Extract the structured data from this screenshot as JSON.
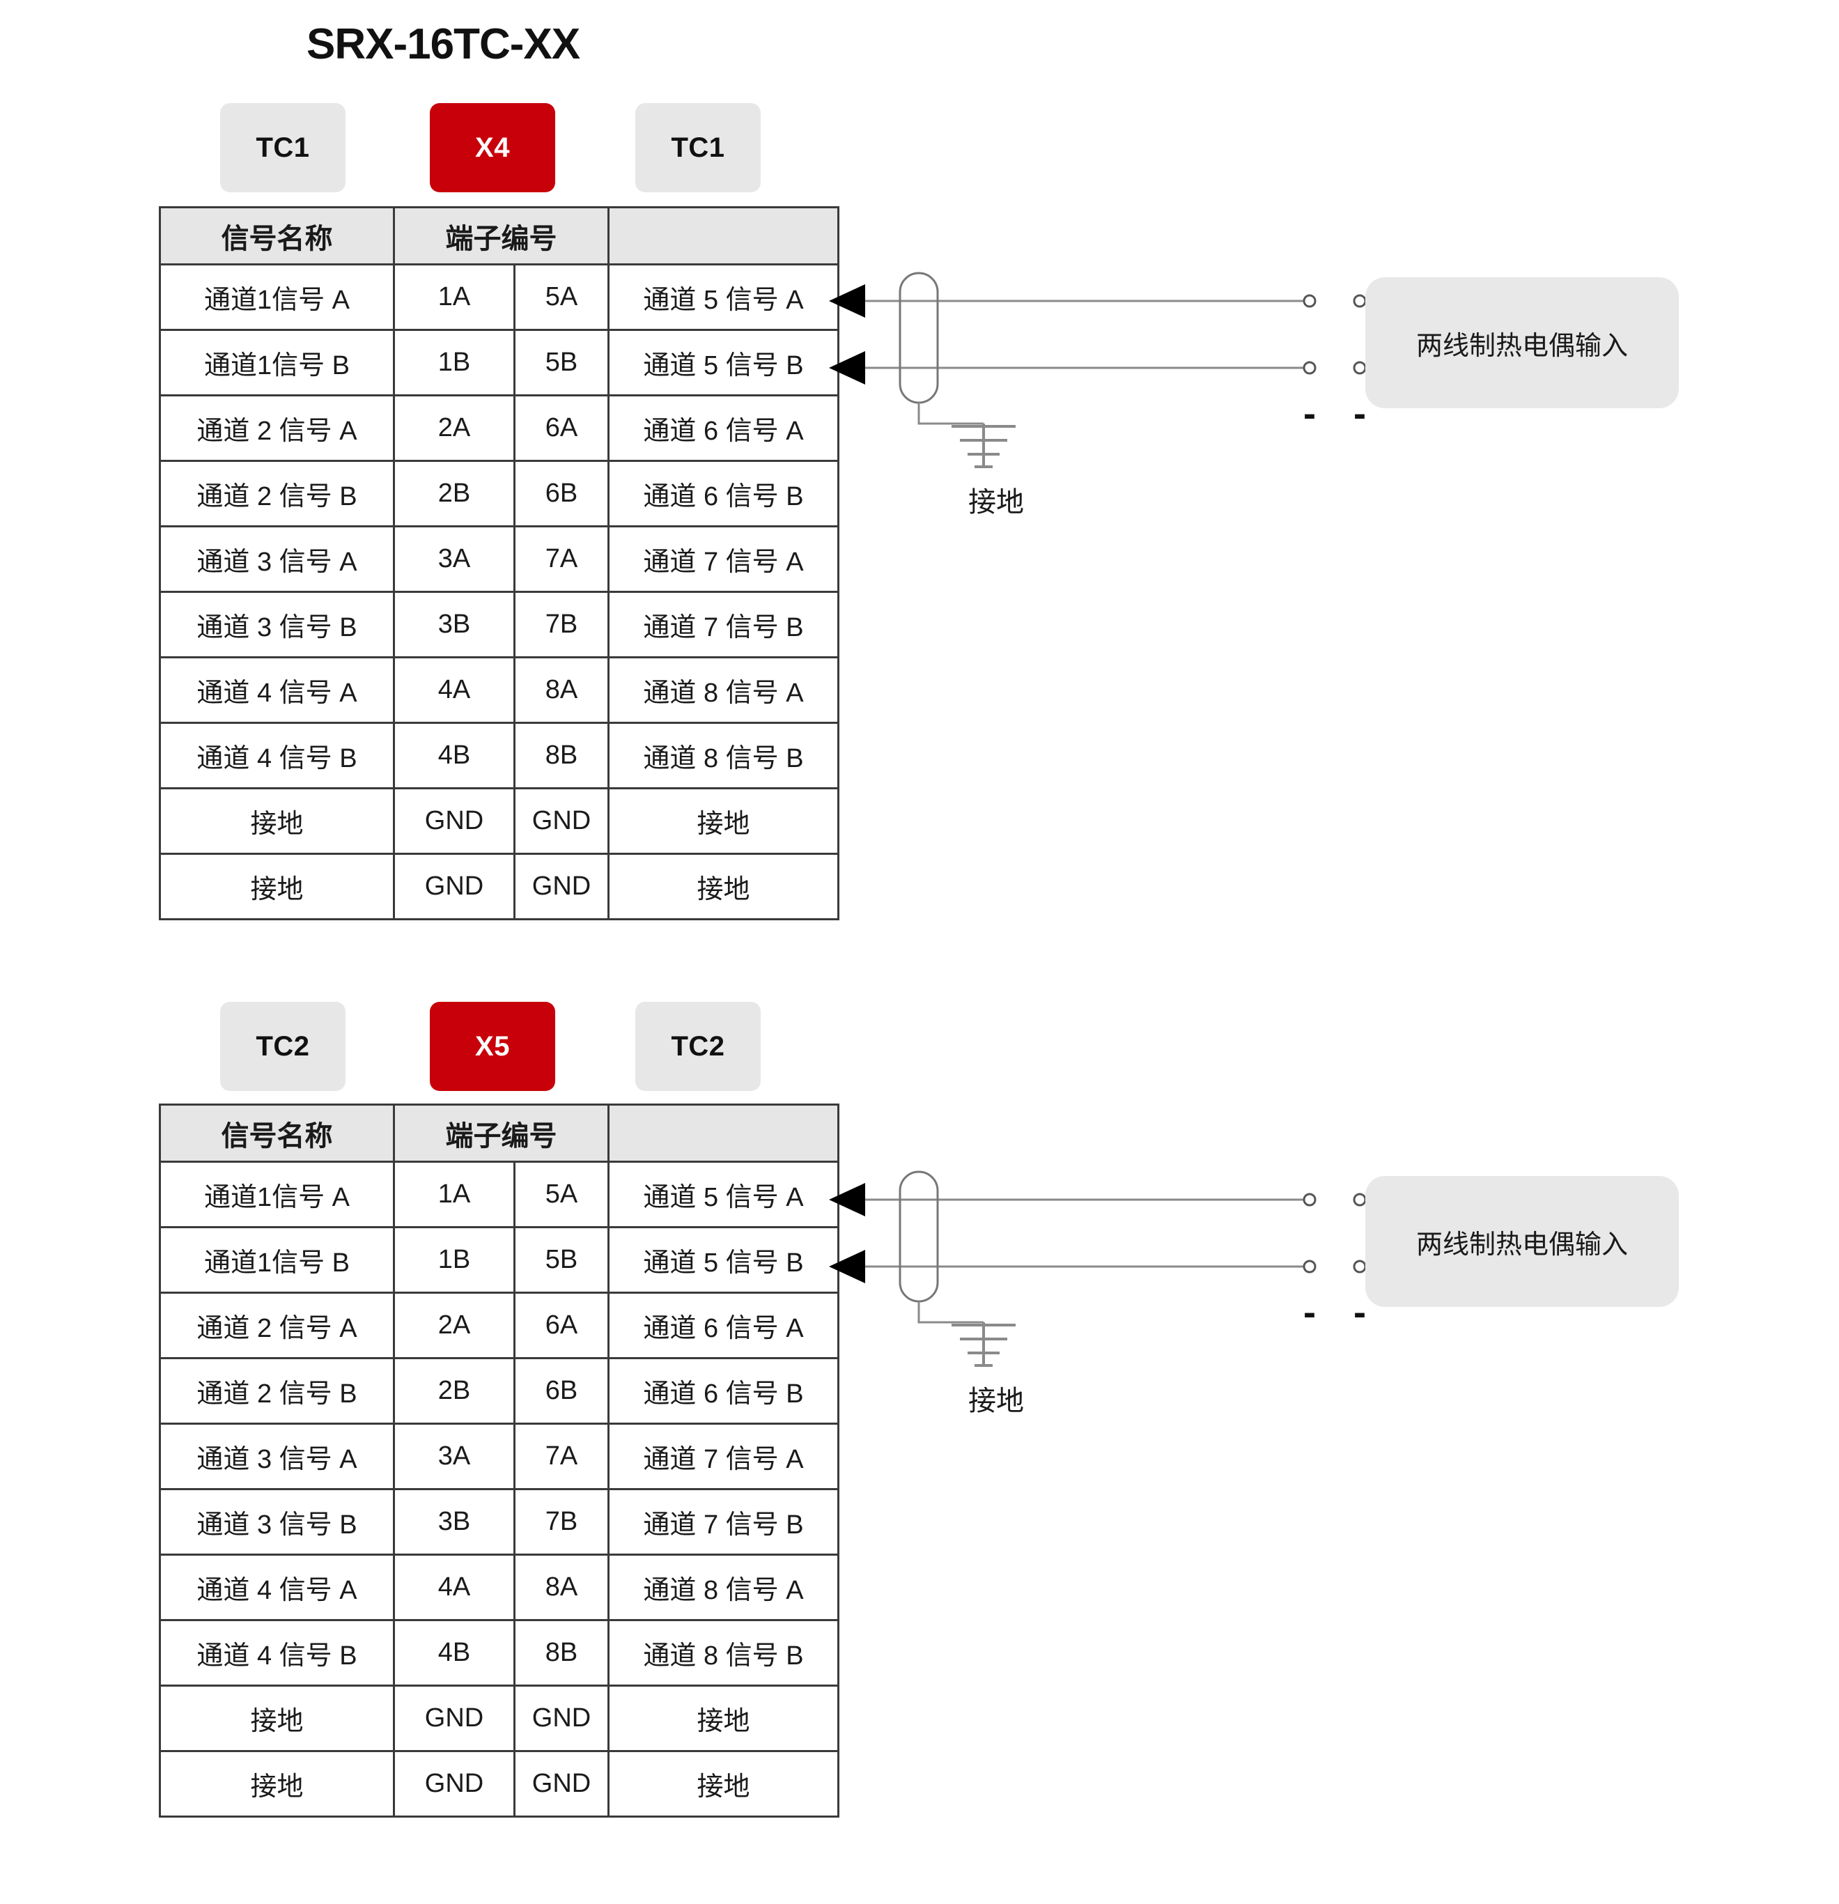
{
  "title": "SRX-16TC-XX",
  "table_headers": {
    "signal_name": "信号名称",
    "terminal_number": "端子编号",
    "blank": ""
  },
  "blocks": [
    {
      "id": "block-1",
      "chips": {
        "left": "TC1",
        "center": "X4",
        "right": "TC1"
      },
      "rows": [
        {
          "left_signal": "通道1信号 A",
          "left_terminal": "1A",
          "right_terminal": "5A",
          "right_signal": "通道 5 信号 A"
        },
        {
          "left_signal": "通道1信号 B",
          "left_terminal": "1B",
          "right_terminal": "5B",
          "right_signal": "通道 5 信号 B"
        },
        {
          "left_signal": "通道 2 信号 A",
          "left_terminal": "2A",
          "right_terminal": "6A",
          "right_signal": "通道 6 信号 A"
        },
        {
          "left_signal": "通道 2 信号 B",
          "left_terminal": "2B",
          "right_terminal": "6B",
          "right_signal": "通道 6 信号 B"
        },
        {
          "left_signal": "通道 3 信号 A",
          "left_terminal": "3A",
          "right_terminal": "7A",
          "right_signal": "通道 7 信号 A"
        },
        {
          "left_signal": "通道 3 信号 B",
          "left_terminal": "3B",
          "right_terminal": "7B",
          "right_signal": "通道 7 信号 B"
        },
        {
          "left_signal": "通道 4 信号 A",
          "left_terminal": "4A",
          "right_terminal": "8A",
          "right_signal": "通道 8 信号 A"
        },
        {
          "left_signal": "通道 4 信号 B",
          "left_terminal": "4B",
          "right_terminal": "8B",
          "right_signal": "通道 8 信号 B"
        },
        {
          "left_signal": "接地",
          "left_terminal": "GND",
          "right_terminal": "GND",
          "right_signal": "接地"
        },
        {
          "left_signal": "接地",
          "left_terminal": "GND",
          "right_terminal": "GND",
          "right_signal": "接地"
        }
      ],
      "diagram": {
        "ground_label": "接地",
        "plus_left": "+",
        "plus_right": "+",
        "minus_left": "-",
        "minus_right": "-",
        "input_label": "两线制热电偶输入"
      }
    },
    {
      "id": "block-2",
      "chips": {
        "left": "TC2",
        "center": "X5",
        "right": "TC2"
      },
      "rows": [
        {
          "left_signal": "通道1信号 A",
          "left_terminal": "1A",
          "right_terminal": "5A",
          "right_signal": "通道 5 信号 A"
        },
        {
          "left_signal": "通道1信号 B",
          "left_terminal": "1B",
          "right_terminal": "5B",
          "right_signal": "通道 5 信号 B"
        },
        {
          "left_signal": "通道 2 信号 A",
          "left_terminal": "2A",
          "right_terminal": "6A",
          "right_signal": "通道 6 信号 A"
        },
        {
          "left_signal": "通道 2 信号 B",
          "left_terminal": "2B",
          "right_terminal": "6B",
          "right_signal": "通道 6 信号 B"
        },
        {
          "left_signal": "通道 3 信号 A",
          "left_terminal": "3A",
          "right_terminal": "7A",
          "right_signal": "通道 7 信号 A"
        },
        {
          "left_signal": "通道 3 信号 B",
          "left_terminal": "3B",
          "right_terminal": "7B",
          "right_signal": "通道 7 信号 B"
        },
        {
          "left_signal": "通道 4 信号 A",
          "left_terminal": "4A",
          "right_terminal": "8A",
          "right_signal": "通道 8 信号 A"
        },
        {
          "left_signal": "通道 4 信号 B",
          "left_terminal": "4B",
          "right_terminal": "8B",
          "right_signal": "通道 8 信号 B"
        },
        {
          "left_signal": "接地",
          "left_terminal": "GND",
          "right_terminal": "GND",
          "right_signal": "接地"
        },
        {
          "left_signal": "接地",
          "left_terminal": "GND",
          "right_terminal": "GND",
          "right_signal": "接地"
        }
      ],
      "diagram": {
        "ground_label": "接地",
        "plus_left": "+",
        "plus_right": "+",
        "minus_left": "-",
        "minus_right": "-",
        "input_label": "两线制热电偶输入"
      }
    }
  ],
  "colors": {
    "accent_red": "#c8000a",
    "chip_gray": "#e7e7e7",
    "header_gray": "#e6e6e6",
    "box_gray": "#e8e8e8",
    "border": "#3a3a3a",
    "wire": "#8a8a8a"
  }
}
